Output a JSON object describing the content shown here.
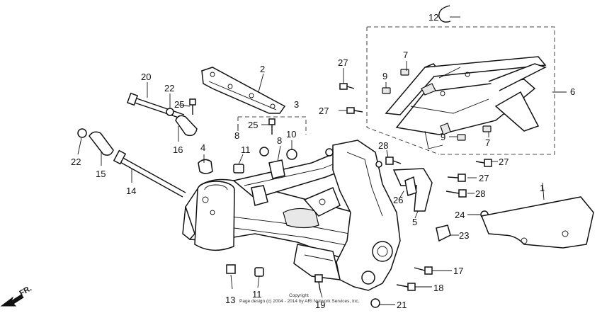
{
  "labels": {
    "p1": "1",
    "p2": "2",
    "p3": "3",
    "p4": "4",
    "p5": "5",
    "p6": "6",
    "p7a": "7",
    "p7b": "7",
    "p8a": "8",
    "p8b": "8",
    "p9a": "9",
    "p9b": "9",
    "p10": "10",
    "p11a": "11",
    "p11b": "11",
    "p12": "12",
    "p13": "13",
    "p14": "14",
    "p15": "15",
    "p16": "16",
    "p17": "17",
    "p18": "18",
    "p19": "19",
    "p20": "20",
    "p21": "21",
    "p22a": "22",
    "p22b": "22",
    "p23": "23",
    "p24": "24",
    "p25a": "25",
    "p25b": "25",
    "p26": "26",
    "p27a": "27",
    "p27b": "27",
    "p27c": "27",
    "p27d": "27",
    "p28a": "28",
    "p28b": "28"
  },
  "direction": "FR.",
  "copyright_line1": "Copyright",
  "copyright_line2": "Page design (c) 2004 - 2014 by ARI Network Services, Inc."
}
